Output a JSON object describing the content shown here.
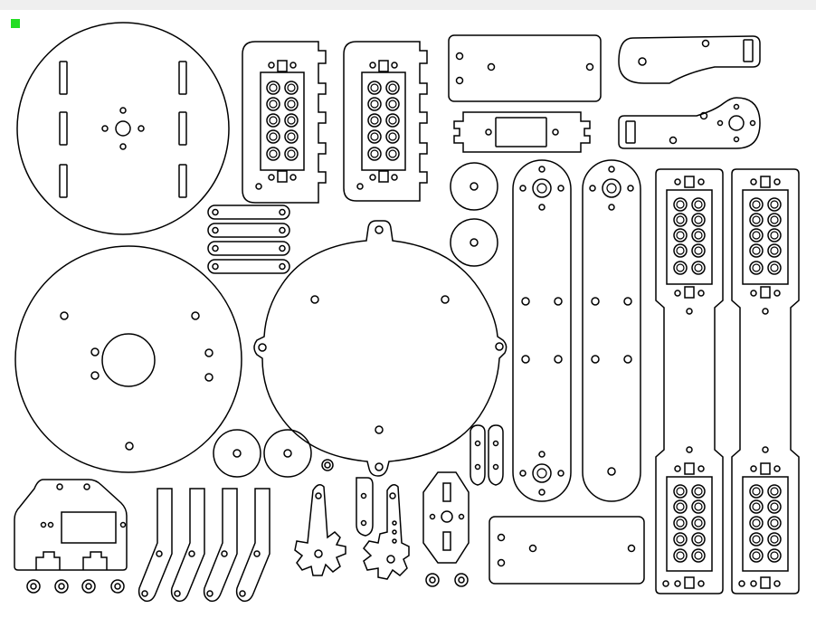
{
  "meta": {
    "background": "#ffffff",
    "toolbar_color": "#efefef",
    "marker_color": "#22dd22"
  },
  "sheet": {
    "part_groups": [
      "round-plate-slotted",
      "round-plate-bearing",
      "servo-mount-plates",
      "spacer-links",
      "base-plate-large",
      "top-rectangular-plate",
      "servo-cutout-plate",
      "crank-arms",
      "idler-wheels",
      "long-arms",
      "tall-servo-brackets",
      "front-bracket",
      "finger-links",
      "gear-claws",
      "small-brackets",
      "bottom-rectangular-plate",
      "washers"
    ]
  }
}
